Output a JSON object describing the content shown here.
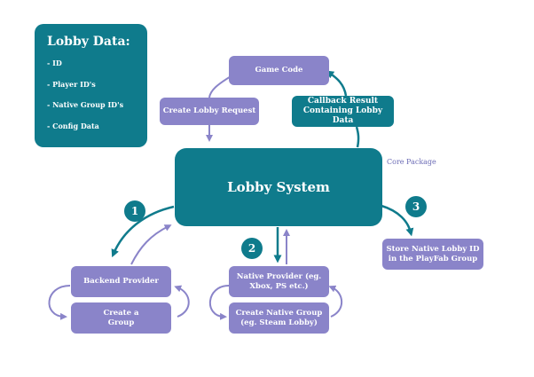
{
  "lobby_data": {
    "title": "Lobby Data:",
    "items": [
      "- ID",
      "- Player ID's",
      "- Native Group ID's",
      "- Config Data"
    ]
  },
  "nodes": {
    "game_code": "Game Code",
    "create_lobby_request": "Create Lobby Request",
    "callback_result": "Callback Result Containing Lobby Data",
    "lobby_system": "Lobby System",
    "core_package": "Core Package",
    "backend_provider": "Backend Provider",
    "create_group": "Create a Group",
    "native_provider": "Native Provider (eg. Xbox, PS etc.)",
    "create_native_group": "Create Native Group (eg. Steam Lobby)",
    "store_native_lobby": "Store Native Lobby ID in the PlayFab Group"
  },
  "steps": [
    "1",
    "2",
    "3"
  ],
  "colors": {
    "teal": "#0f7b8c",
    "lavender": "#8a84c9",
    "label": "#6b6bb5"
  }
}
